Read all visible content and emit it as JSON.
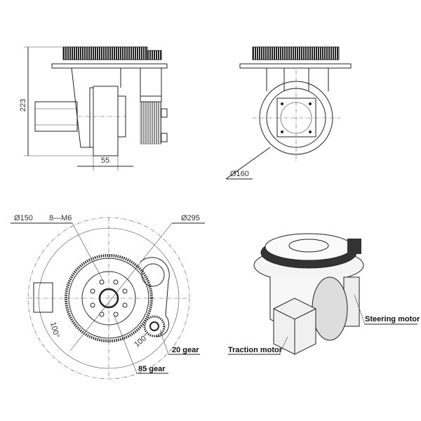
{
  "side_view": {
    "height_dim": "223",
    "width_dim": "55"
  },
  "front_view": {
    "diameter_dim": "Ø160"
  },
  "top_view": {
    "diameter_150": "Ø150",
    "bolt_spec": "8—M6",
    "diameter_295": "Ø295",
    "angle_left": "100°",
    "angle_right": "100°",
    "small_gear_label": "20 gear",
    "large_gear_label": "85 gear"
  },
  "iso_view": {
    "steering_motor_label": "Steering motor",
    "traction_motor_label": "Traction motor"
  },
  "colors": {
    "line": "#222222",
    "gear_fill": "#333333"
  }
}
